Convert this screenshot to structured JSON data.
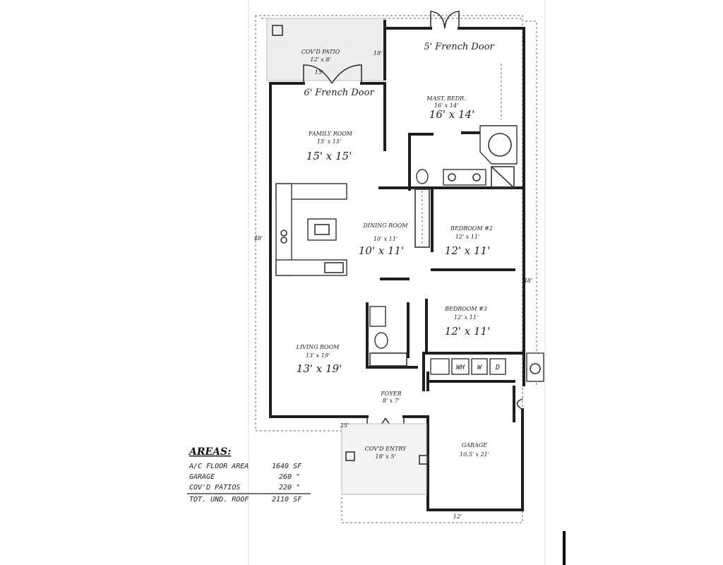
{
  "rooms": {
    "covd_patio_top": {
      "name": "COV'D PATIO",
      "size": "12' x 8'"
    },
    "french_door_6": "6' French Door",
    "french_door_5": "5' French Door",
    "master_bedroom": {
      "name": "MAST. BEDR.",
      "small": "16' x 14'",
      "large": "16' x 14'"
    },
    "family_room": {
      "name": "FAMILY ROOM",
      "small": "15' x 15'",
      "large": "15' x 15'"
    },
    "dining_room": {
      "name": "DINING ROOM",
      "small": "10' x 11'",
      "large": "10' x 11'"
    },
    "bedroom_2": {
      "name": "BEDROOM #2",
      "small": "12' x 11'",
      "large": "12' x 11'"
    },
    "bedroom_3": {
      "name": "BEDROOM #3",
      "small": "12' x 11'",
      "large": "12' x 11'"
    },
    "living_room": {
      "name": "LIVING ROOM",
      "small": "13' x 19'",
      "large": "13' x 19'"
    },
    "foyer": {
      "name": "FOYER",
      "size": "8' x 7'"
    },
    "covd_entry": {
      "name": "COV'D ENTRY",
      "size": "18' x 5'"
    },
    "garage": {
      "name": "GARAGE",
      "size": "10.5' x 21'"
    }
  },
  "dimensions": {
    "left": "48'",
    "right": "48'",
    "top_door": "15'",
    "patio_side": "18'",
    "front": "25'",
    "garage_width": "12'"
  },
  "areas": {
    "title": "AREAS:",
    "rows": [
      {
        "label": "A/C FLOOR AREA",
        "value": "1640 SF"
      },
      {
        "label": "GARAGE",
        "value": "260 \""
      },
      {
        "label": "COV'D PATIOS",
        "value": "220 \""
      },
      {
        "label": "TOT. UND. ROOF",
        "value": "2110 SF"
      }
    ]
  },
  "appliances": {
    "washer": "W",
    "dryer": "D",
    "wh": "WH"
  }
}
